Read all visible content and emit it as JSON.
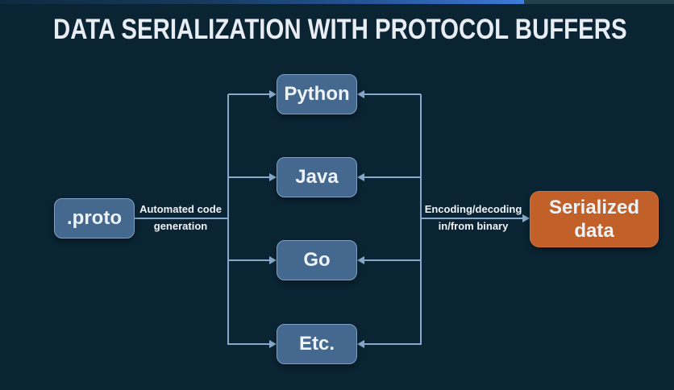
{
  "title": "DATA SERIALIZATION WITH PROTOCOL BUFFERS",
  "top_progress_bar": {
    "fill_color": "#3b76d2",
    "track_color": "#22404d",
    "fill_fraction": "0.78"
  },
  "diagram": {
    "proto_node": {
      "label": ".proto"
    },
    "language_nodes": [
      {
        "label": "Python"
      },
      {
        "label": "Java"
      },
      {
        "label": "Go"
      },
      {
        "label": "Etc."
      }
    ],
    "serialized_node": {
      "label": "Serialized data"
    },
    "codegen_label": {
      "line1": "Automated code",
      "line2": "generation"
    },
    "encoding_label": {
      "line1": "Encoding/decoding",
      "line2": "in/from binary"
    },
    "colors": {
      "background": "#0a2433",
      "node_fill": "#45688f",
      "node_border": "#7ca1c4",
      "node_text": "#eef3f7",
      "connector": "#87a9c9",
      "serialized_fill": "#c2602a",
      "title_text": "#e7edf2"
    }
  }
}
